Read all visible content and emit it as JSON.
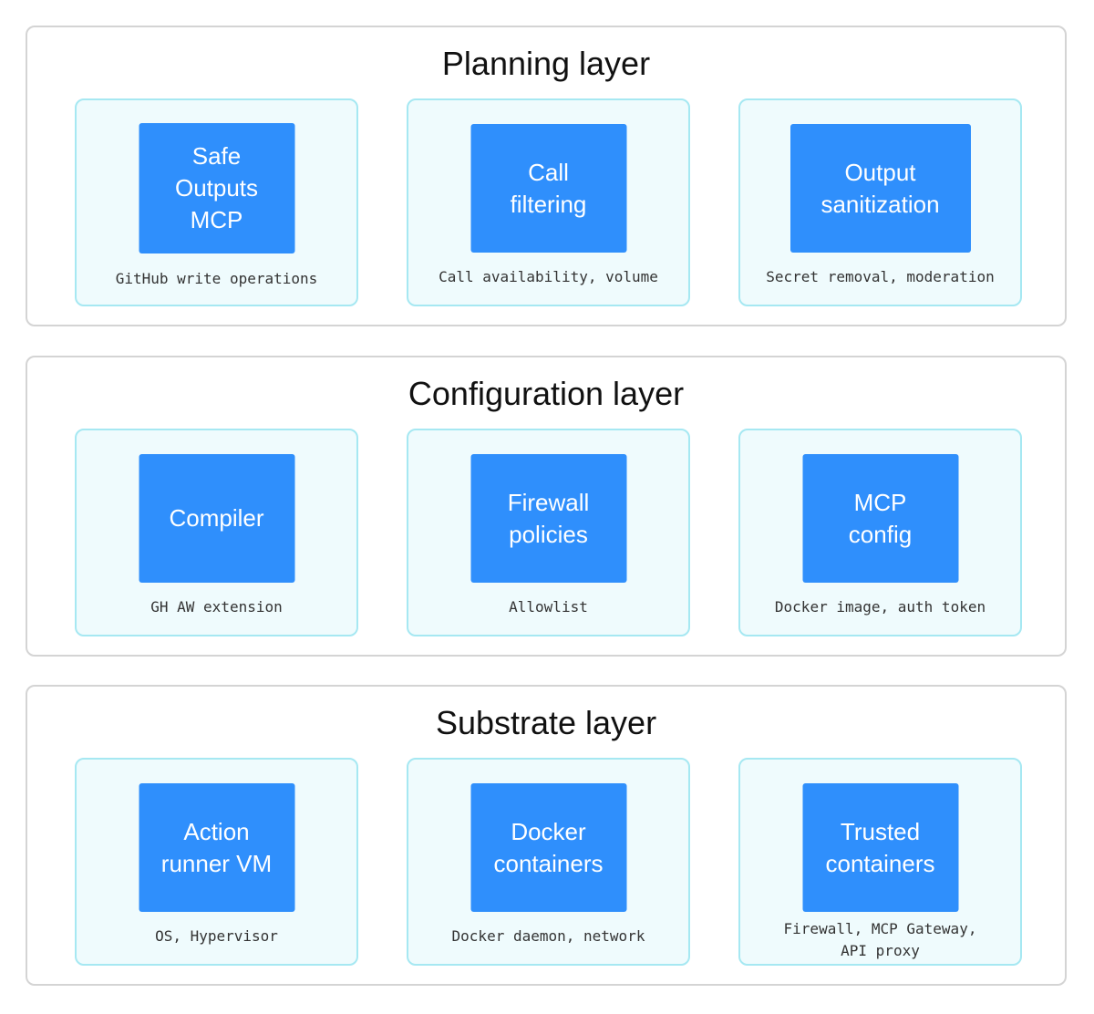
{
  "layers": [
    {
      "title": "Planning layer",
      "cards": [
        {
          "label": "Safe\nOutputs\nMCP",
          "caption": "GitHub write operations"
        },
        {
          "label": "Call\nfiltering",
          "caption": "Call availability, volume"
        },
        {
          "label": "Output\nsanitization",
          "caption": "Secret removal, moderation"
        }
      ]
    },
    {
      "title": "Configuration layer",
      "cards": [
        {
          "label": "Compiler",
          "caption": "GH AW extension"
        },
        {
          "label": "Firewall\npolicies",
          "caption": "Allowlist"
        },
        {
          "label": "MCP\nconfig",
          "caption": "Docker image, auth token"
        }
      ]
    },
    {
      "title": "Substrate layer",
      "cards": [
        {
          "label": "Action\nrunner VM",
          "caption": "OS, Hypervisor"
        },
        {
          "label": "Docker\ncontainers",
          "caption": "Docker daemon, network"
        },
        {
          "label": "Trusted\ncontainers",
          "caption": "Firewall, MCP Gateway,\nAPI proxy"
        }
      ]
    }
  ],
  "colors": {
    "box_fill": "#2f8ffc",
    "card_fill": "#effbfd",
    "card_border": "#a6e8f2",
    "layer_border": "#d4d4d4"
  }
}
